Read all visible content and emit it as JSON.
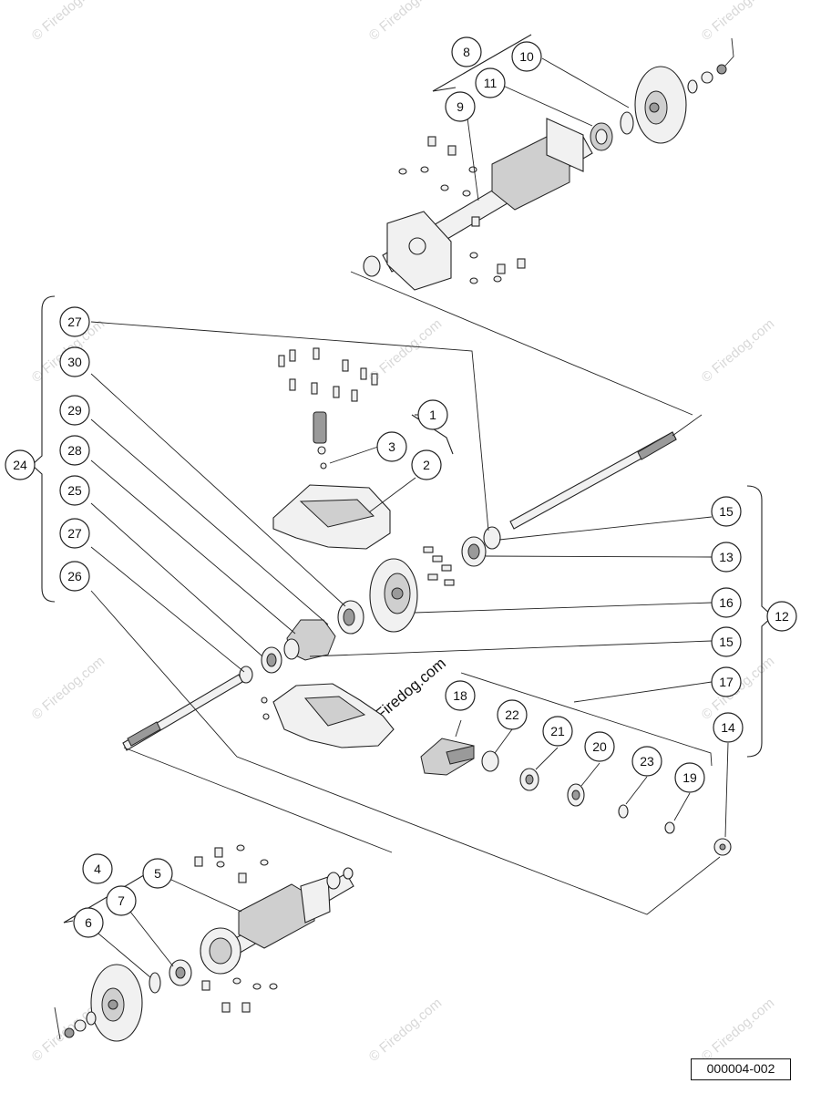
{
  "watermarks": {
    "copyright_text": "© Firedog.com",
    "center_text": "Firedog.com"
  },
  "drawing_code": "000004-002",
  "callouts": [
    {
      "id": "1",
      "label": "1"
    },
    {
      "id": "2",
      "label": "2"
    },
    {
      "id": "3",
      "label": "3"
    },
    {
      "id": "4",
      "label": "4"
    },
    {
      "id": "5",
      "label": "5"
    },
    {
      "id": "6",
      "label": "6"
    },
    {
      "id": "7",
      "label": "7"
    },
    {
      "id": "8",
      "label": "8"
    },
    {
      "id": "9",
      "label": "9"
    },
    {
      "id": "10",
      "label": "10"
    },
    {
      "id": "11",
      "label": "11"
    },
    {
      "id": "12",
      "label": "12"
    },
    {
      "id": "13",
      "label": "13"
    },
    {
      "id": "14",
      "label": "14"
    },
    {
      "id": "15a",
      "label": "15"
    },
    {
      "id": "15b",
      "label": "15"
    },
    {
      "id": "16",
      "label": "16"
    },
    {
      "id": "17",
      "label": "17"
    },
    {
      "id": "18",
      "label": "18"
    },
    {
      "id": "19",
      "label": "19"
    },
    {
      "id": "20",
      "label": "20"
    },
    {
      "id": "21",
      "label": "21"
    },
    {
      "id": "22",
      "label": "22"
    },
    {
      "id": "23",
      "label": "23"
    },
    {
      "id": "24",
      "label": "24"
    },
    {
      "id": "25",
      "label": "25"
    },
    {
      "id": "26",
      "label": "26"
    },
    {
      "id": "27a",
      "label": "27"
    },
    {
      "id": "27b",
      "label": "27"
    },
    {
      "id": "28",
      "label": "28"
    },
    {
      "id": "29",
      "label": "29"
    },
    {
      "id": "30",
      "label": "30"
    }
  ]
}
